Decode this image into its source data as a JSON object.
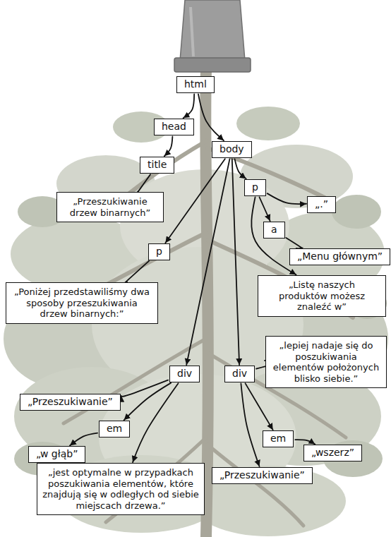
{
  "diagram": {
    "nodes": [
      {
        "text": [
          "html"
        ]
      },
      {
        "text": [
          "head"
        ]
      },
      {
        "text": [
          "body"
        ]
      },
      {
        "text": [
          "title"
        ]
      },
      {
        "text": [
          "„Przeszukiwanie drzew binarnych”"
        ]
      },
      {
        "text": [
          "p"
        ]
      },
      {
        "text": [
          "„.”"
        ]
      },
      {
        "text": [
          "a"
        ]
      },
      {
        "text": [
          "„Menu głównym”"
        ]
      },
      {
        "text": [
          "„Listę naszych produktów możesz znaleźć w”"
        ]
      },
      {
        "text": [
          "p"
        ]
      },
      {
        "text": [
          "„Poniżej przedstawiliśmy dwa sposoby przeszukiwania drzew binarnych:”"
        ]
      },
      {
        "text": [
          "div"
        ]
      },
      {
        "text": [
          "div"
        ]
      },
      {
        "text": [
          "„lepiej nadaje się do poszukiwania elementów położonych blisko siebie.”"
        ]
      },
      {
        "text": [
          "„Przeszukiwanie”"
        ]
      },
      {
        "text": [
          "em"
        ]
      },
      {
        "text": [
          "„w głąb”"
        ]
      },
      {
        "text": [
          "„jest optymalne w przypadkach poszukiwania elementów, które znajdują się w odległych od siebie miejscach drzewa.”"
        ]
      },
      {
        "text": [
          "em"
        ]
      },
      {
        "text": [
          "„wszerz”"
        ]
      },
      {
        "text": [
          "„Przeszukiwanie”"
        ]
      }
    ],
    "edges": [
      {
        "from": 0,
        "to": 1,
        "arrow": "to"
      },
      {
        "from": 0,
        "to": 2,
        "arrow": "to"
      },
      {
        "from": 1,
        "to": 3,
        "arrow": "to"
      },
      {
        "from": 3,
        "to": 4,
        "arrow": "to"
      },
      {
        "from": 2,
        "to": 5,
        "arrow": "to"
      },
      {
        "from": 2,
        "to": 10,
        "arrow": "to"
      },
      {
        "from": 2,
        "to": 12,
        "arrow": "to"
      },
      {
        "from": 2,
        "to": 13,
        "arrow": "to"
      },
      {
        "from": 5,
        "to": 6,
        "arrow": "to"
      },
      {
        "from": 5,
        "to": 7,
        "arrow": "to"
      },
      {
        "from": 5,
        "to": 9,
        "arrow": "to"
      },
      {
        "from": 7,
        "to": 8,
        "arrow": "to"
      },
      {
        "from": 10,
        "to": 11,
        "arrow": "to"
      },
      {
        "from": 12,
        "to": 15,
        "arrow": "to"
      },
      {
        "from": 12,
        "to": 16,
        "arrow": "to"
      },
      {
        "from": 12,
        "to": 18,
        "arrow": "to"
      },
      {
        "from": 16,
        "to": 17,
        "arrow": "to"
      },
      {
        "from": 13,
        "to": 14,
        "arrow": "to"
      },
      {
        "from": 13,
        "to": 19,
        "arrow": "to"
      },
      {
        "from": 13,
        "to": 21,
        "arrow": "to"
      },
      {
        "from": 19,
        "to": 20,
        "arrow": "to"
      }
    ]
  }
}
